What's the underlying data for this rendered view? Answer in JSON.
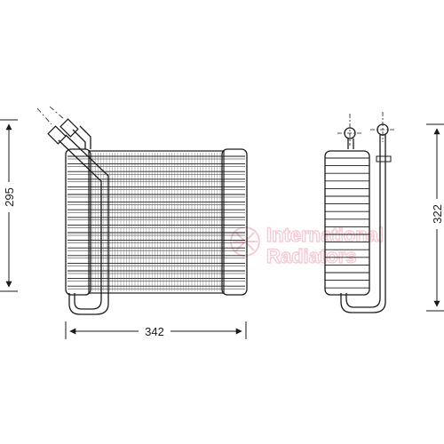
{
  "dimensions": {
    "height_front": "295",
    "width_front": "342",
    "height_side": "322"
  },
  "watermark": {
    "line1": "International",
    "line2": "Radiators"
  },
  "colors": {
    "line": "#1a1a1a",
    "watermark": "#f1c8d0",
    "background": "#ffffff"
  }
}
